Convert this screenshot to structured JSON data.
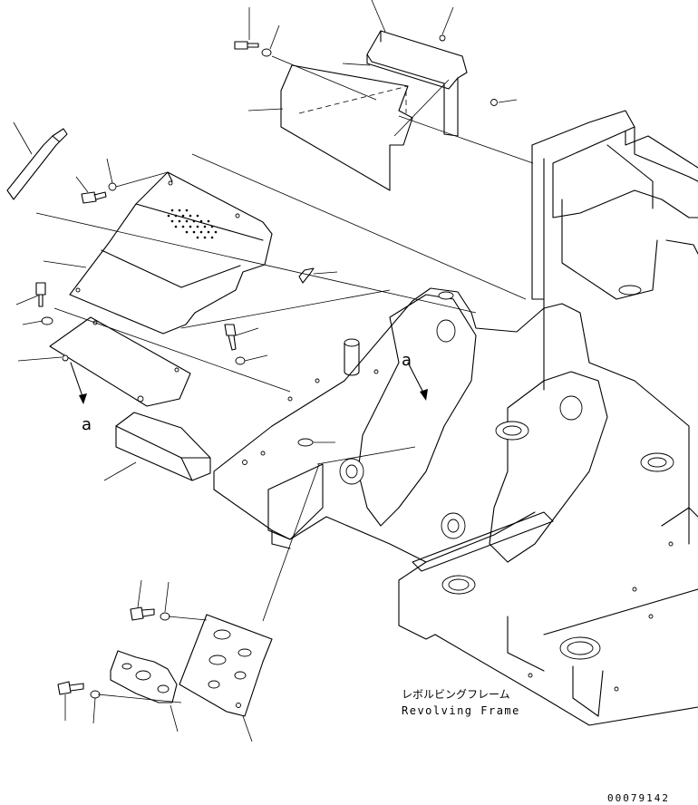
{
  "frame_label_jp": "レボルビングフレーム",
  "frame_label_en": "Revolving Frame",
  "view_marker_a_1": "a",
  "view_marker_a_2": "a",
  "doc_number": "00079142"
}
